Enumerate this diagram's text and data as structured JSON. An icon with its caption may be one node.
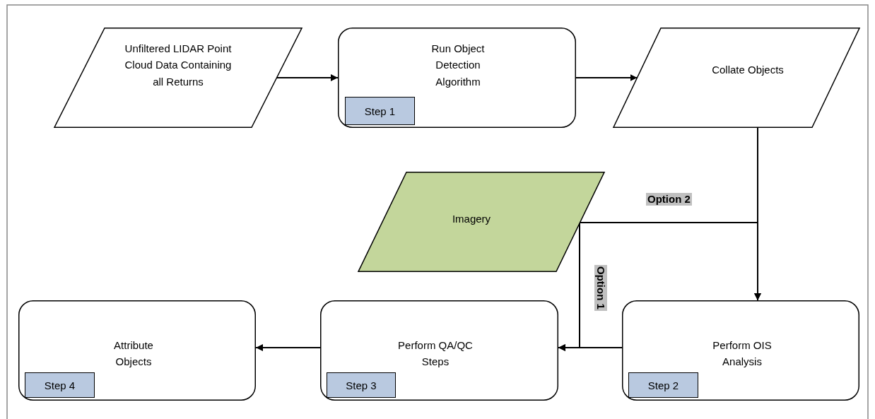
{
  "diagram": {
    "nodes": [
      {
        "text": [
          "Unfiltered LIDAR Point Cloud Data Containing all Returns"
        ]
      },
      {
        "text": [
          "Run Object Detection Algorithm"
        ]
      },
      {
        "text": [
          "Step 1"
        ],
        "in": 1
      },
      {
        "text": [
          "Collate Objects"
        ]
      },
      {
        "text": [
          "Imagery"
        ]
      },
      {
        "text": [
          "Attribute Objects"
        ]
      },
      {
        "text": [
          "Step 4"
        ],
        "in": 5
      },
      {
        "text": [
          "Perform QA/QC Steps"
        ]
      },
      {
        "text": [
          "Step 3"
        ],
        "in": 7
      },
      {
        "text": [
          "Perform OIS Analysis"
        ]
      },
      {
        "text": [
          "Step 2"
        ],
        "in": 9
      }
    ],
    "edges": [
      {
        "from": 0,
        "to": 1,
        "arrow": "to"
      },
      {
        "from": 1,
        "to": 3,
        "arrow": "to"
      },
      {
        "from": 3,
        "to": 9,
        "arrow": "to"
      },
      {
        "from": 4,
        "to": 9,
        "arrow": "to",
        "label": "Option 2"
      },
      {
        "from": 4,
        "to": 7,
        "arrow": "to",
        "label": "Option 1"
      },
      {
        "from": 9,
        "to": 7,
        "arrow": "to"
      },
      {
        "from": 7,
        "to": 5,
        "arrow": "to"
      }
    ]
  }
}
